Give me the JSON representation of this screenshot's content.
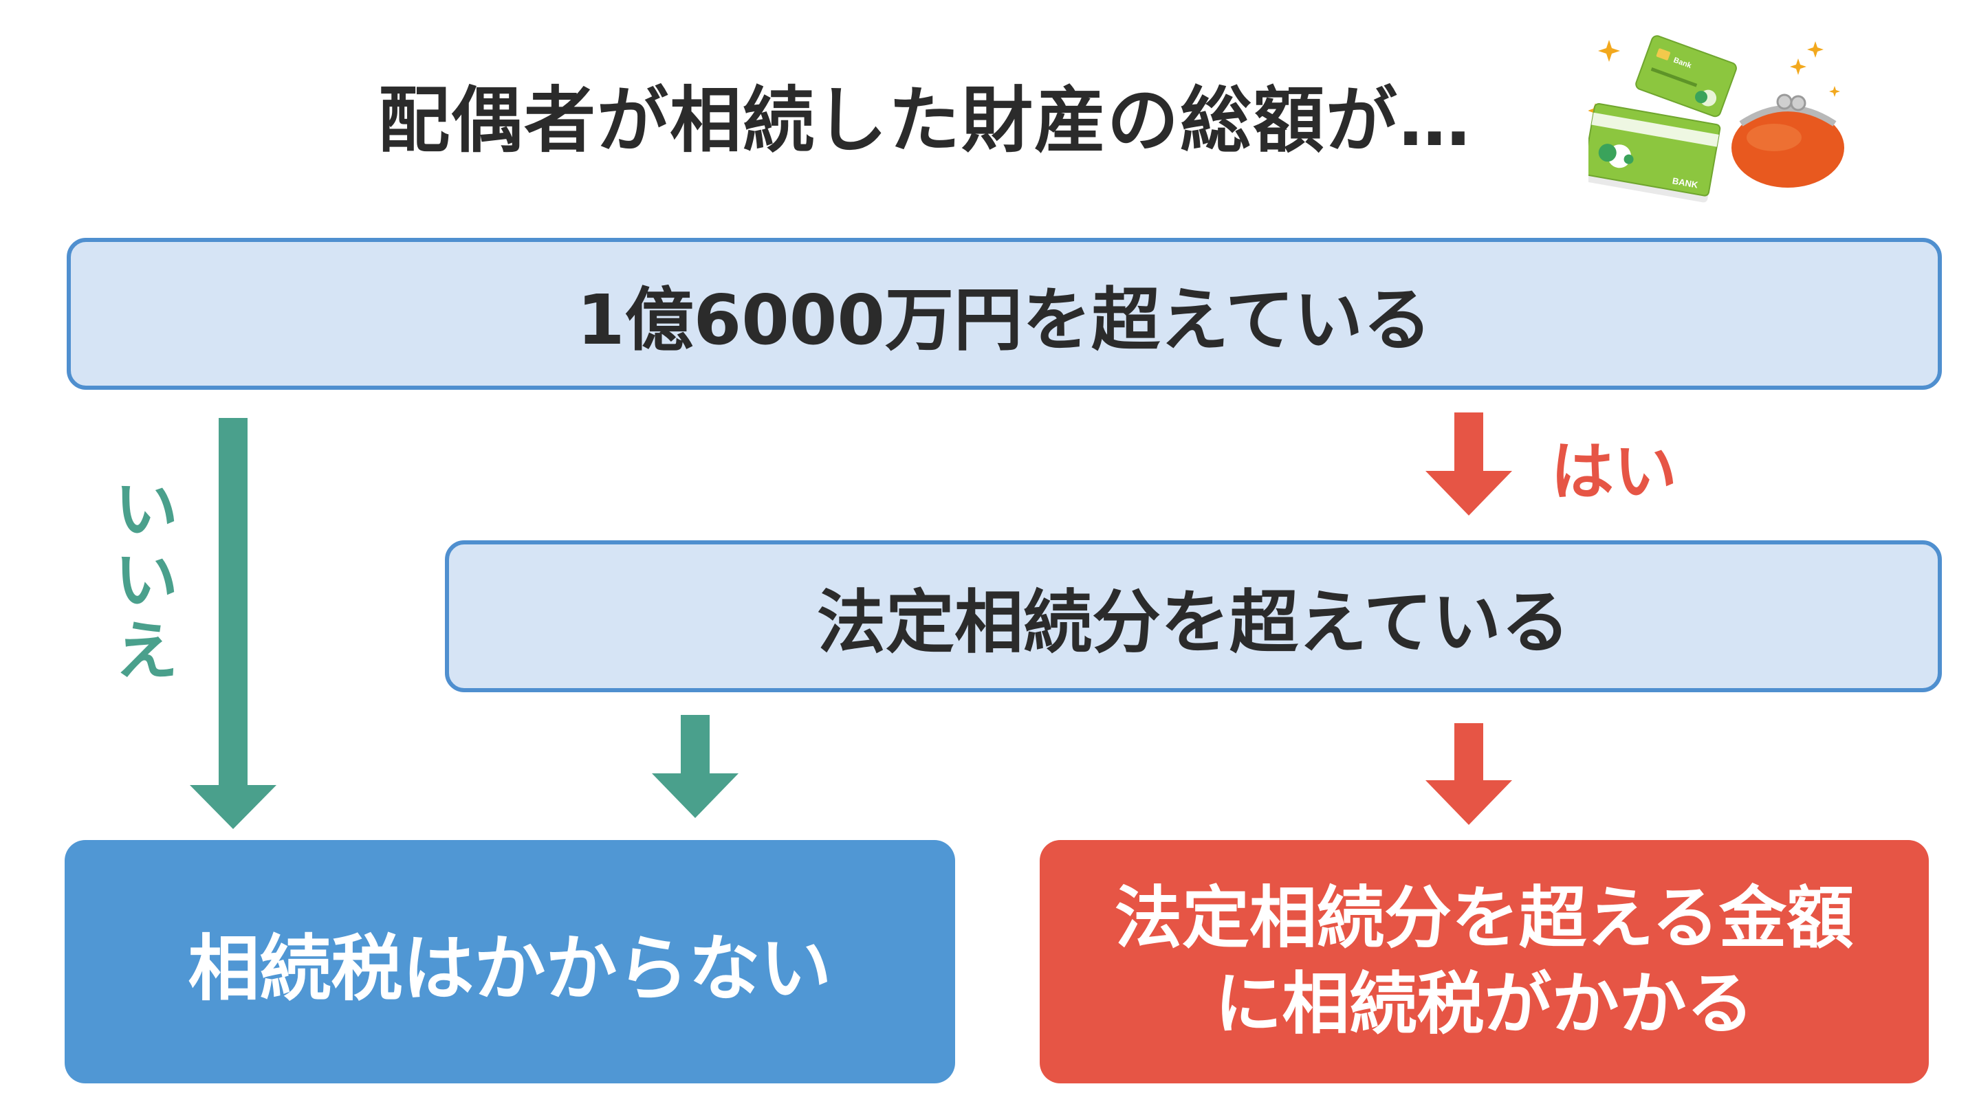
{
  "title": "配偶者が相続した財産の総額が…",
  "question1": "1億6000万円を超えている",
  "question2": "法定相続分を超えている",
  "label_no": [
    "い",
    "い",
    "え"
  ],
  "label_yes": "はい",
  "result_no": "相続税はかからない",
  "result_yes": [
    "法定相続分を超える金額",
    "に相続税がかかる"
  ],
  "illustration": {
    "card_text": "Bank",
    "bankbook_text": "BANK",
    "icon_name": "wallet-and-cards-icon"
  },
  "colors": {
    "question_fill": "#d6e4f5",
    "question_border": "#4f8fcf",
    "result_no_fill": "#5097d4",
    "result_yes_fill": "#e65545",
    "no_path": "#4aa08c",
    "yes_path": "#e65545",
    "title_text": "#2b2b2b"
  }
}
